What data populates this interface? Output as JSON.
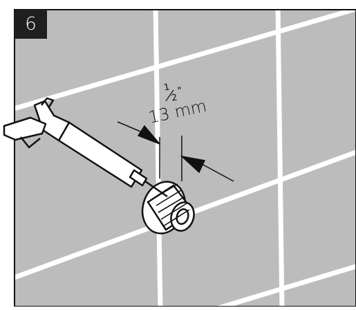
{
  "step": {
    "number": "6"
  },
  "dimension": {
    "fraction_numerator": "1",
    "fraction_denominator": "2",
    "inch_mark": "\"",
    "metric": "13 mm"
  },
  "colors": {
    "wall": "#bcbcbc",
    "grout": "#ffffff",
    "ink": "#111111",
    "badge": "#1f1f1f"
  },
  "icons": {
    "badge": "step-number-badge",
    "tool": "caulking-gun-icon",
    "fitting": "wall-connector-fitting-icon"
  }
}
